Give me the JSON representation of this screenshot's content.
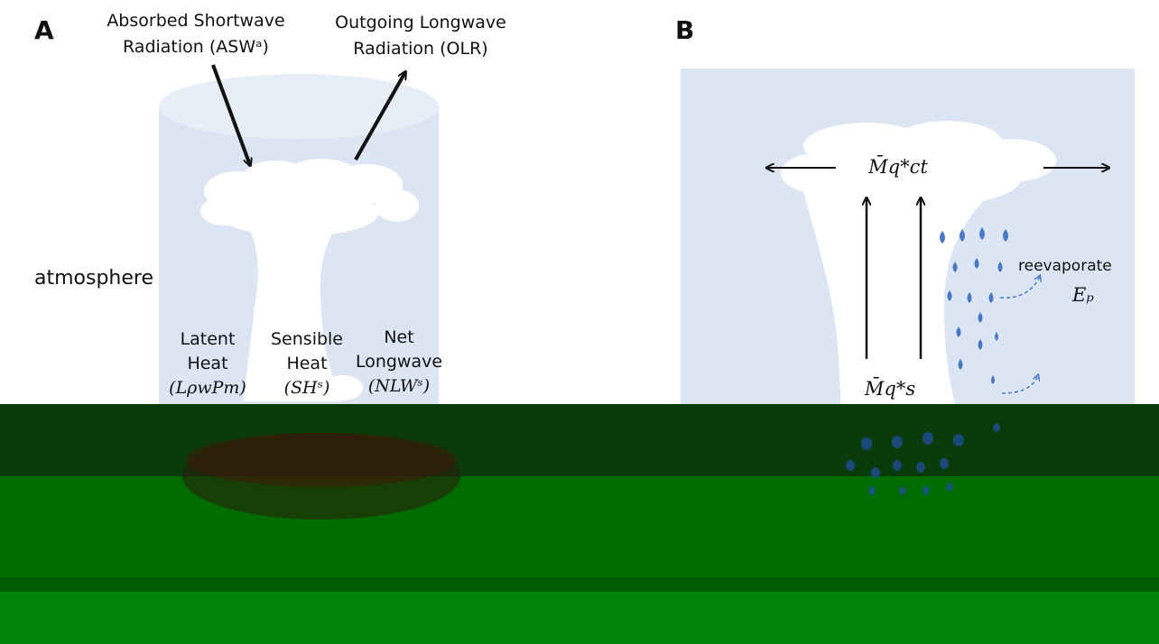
{
  "panel_a": {
    "label": "A",
    "asw_line1": "Absorbed Shortwave",
    "asw_line2": "Radiation (ASWᵃ)",
    "olr_line1": "Outgoing Longwave",
    "olr_line2": "Radiation (OLR)",
    "atmosphere": "atmosphere",
    "latent_1": "Latent",
    "latent_2": "Heat",
    "latent_3": "(LρwPm)",
    "sensible_1": "Sensible",
    "sensible_2": "Heat",
    "sensible_3": "(SHˢ)",
    "net_1": "Net",
    "net_2": "Longwave",
    "net_3": "(NLWˢ)"
  },
  "panel_b": {
    "label": "B",
    "top_flux": "M̄q*ct",
    "bottom_flux": "M̄q*s",
    "reevaporate": "reevaporate",
    "ep": "Eₚ"
  },
  "colors": {
    "cylinder": "#dbe5f4",
    "cylinder_top": "#e8eef8",
    "cloud": "#ffffff",
    "drop": "#4a78c2",
    "dark_band": "#0a3a0a",
    "green": "#006c00",
    "light_green": "#00840a"
  }
}
